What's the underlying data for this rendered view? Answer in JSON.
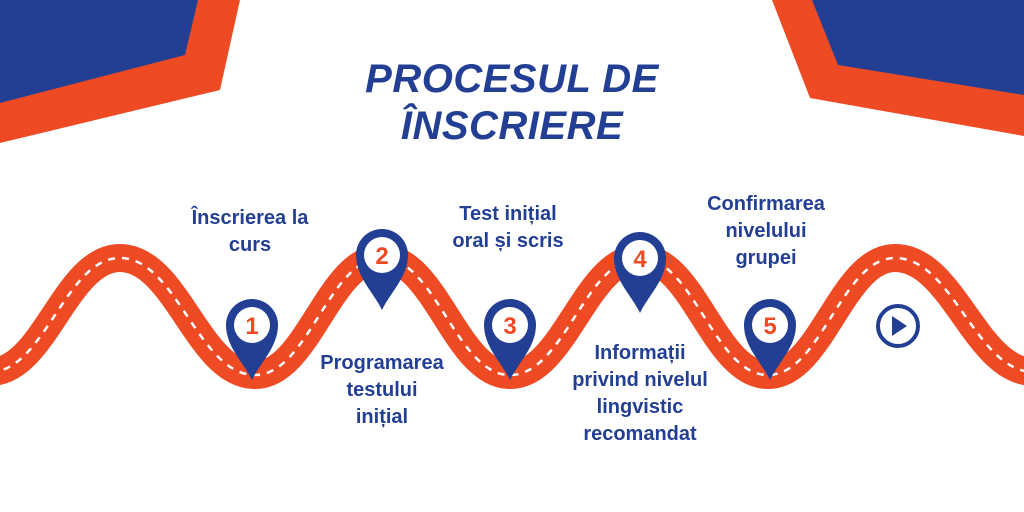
{
  "title": {
    "line1": "PROCESUL DE",
    "line2": "ÎNSCRIERE"
  },
  "steps": [
    {
      "number": "1",
      "lines": [
        "Înscrierea la",
        "curs"
      ]
    },
    {
      "number": "2",
      "lines": [
        "Programarea",
        "testului",
        "inițial"
      ]
    },
    {
      "number": "3",
      "lines": [
        "Test inițial",
        "oral și scris"
      ]
    },
    {
      "number": "4",
      "lines": [
        "Informații",
        "privind nivelul",
        "lingvistic",
        "recomandat"
      ]
    },
    {
      "number": "5",
      "lines": [
        "Confirmarea",
        "nivelului",
        "grupei"
      ]
    }
  ],
  "colors": {
    "navy": "#233f94",
    "orange": "#ee4b25",
    "white": "#ffffff"
  },
  "icons": {
    "end": "play-icon",
    "markers": "map-pin-icon"
  }
}
